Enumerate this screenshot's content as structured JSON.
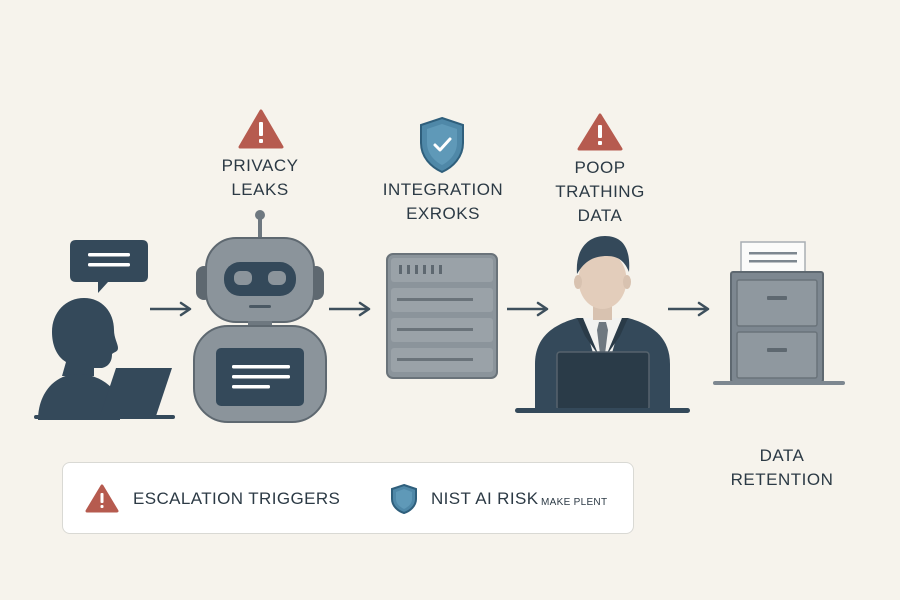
{
  "labels": {
    "privacy": [
      "PRIVACY",
      "LEAKS"
    ],
    "integration": [
      "INTEGRATION",
      "EXROKS"
    ],
    "poop": [
      "POOP",
      "TRATHING",
      "DATA"
    ],
    "retention": [
      "DATA",
      "RETENTION"
    ]
  },
  "legend": {
    "escalation": "ESCALATION TRIGGERS",
    "nist": "NIST AI RISK",
    "nist_small": "MAKE PLENT"
  },
  "icons": [
    "warning-icon",
    "shield-check-icon",
    "user-laptop-icon",
    "chat-bubble-icon",
    "robot-icon",
    "server-icon",
    "businessman-icon",
    "filing-cabinet-icon",
    "arrow-right-icon"
  ],
  "colors": {
    "background": "#f6f3ec",
    "warning": "#b65b4f",
    "shield": "#4f88a8",
    "figure_dark": "#34495a",
    "gray": "#7d8790"
  }
}
